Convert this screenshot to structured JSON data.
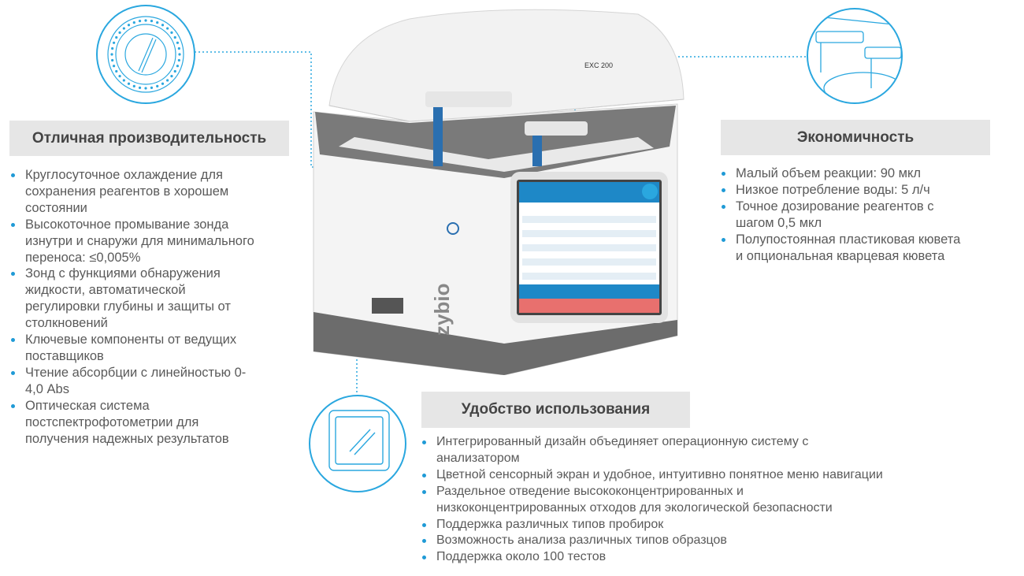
{
  "colors": {
    "accent": "#2aa7df",
    "header_bg": "#e6e6e6",
    "text": "#5a5a5a"
  },
  "product": {
    "model_label": "EXC 200",
    "brand": "zybio"
  },
  "sections": {
    "performance": {
      "title": "Отличная производительность",
      "items": [
        "Круглосуточное охлаждение для\nсохранения реагентов в хорошем\nсостоянии",
        "Высокоточное промывание зонда\nизнутри и снаружи для минимального\nпереноса: ≤0,005%",
        "Зонд с функциями обнаружения\nжидкости, автоматической\nрегулировки глубины и защиты от\nстолкновений",
        "Ключевые компоненты от ведущих\nпоставщиков",
        "Чтение абсорбции с линейностью 0-\n4,0 Abs",
        "Оптическая система\nпостспектрофотометрии для\nполучения надежных результатов"
      ]
    },
    "economy": {
      "title": "Экономичность",
      "items": [
        "Малый объем реакции: 90 мкл",
        "Низкое потребление воды: 5 л/ч",
        "Точное дозирование реагентов с\nшагом 0,5 мкл",
        "Полупостоянная пластиковая кювета\nи опциональная кварцевая кювета"
      ]
    },
    "usability": {
      "title": "Удобство использования",
      "items": [
        "Интегрированный дизайн объединяет операционную систему с\nанализатором",
        "Цветной сенсорный экран и удобное, интуитивно понятное меню навигации",
        "Раздельное отведение высококонцентрированных и\nнизкоконцентрированных отходов для экологической безопасности",
        "Поддержка различных типов пробирок",
        "Возможность анализа различных типов образцов",
        "Поддержка около 100 тестов"
      ]
    }
  }
}
